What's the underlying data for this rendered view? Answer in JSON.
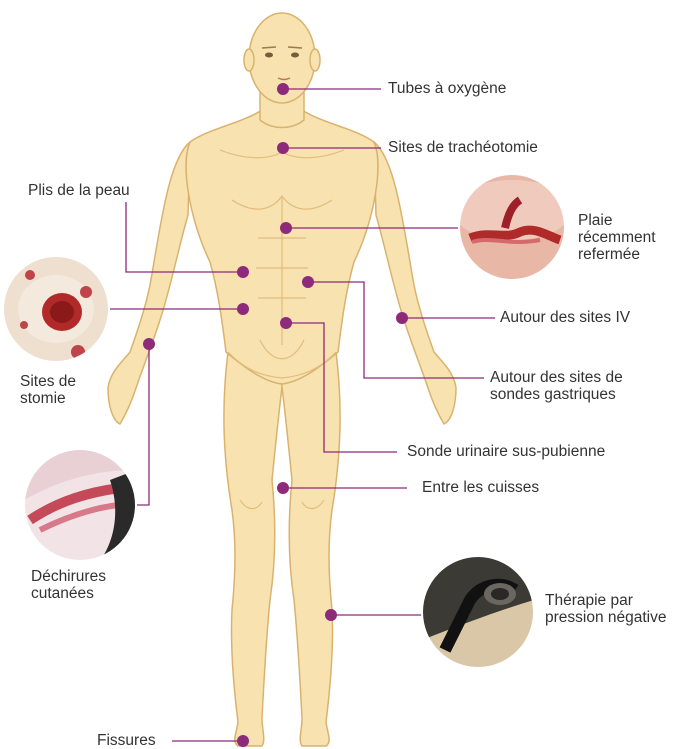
{
  "colors": {
    "skin": "#f8e2b0",
    "skin_outline": "#d9b36e",
    "skin_shade": "#eccb8a",
    "marker": "#8e2a7a",
    "leader_line": "#8e2a7a",
    "text": "#333333",
    "wound_red": "#b12a2a",
    "wound_tissue": "#e7c3b5"
  },
  "labels": {
    "tubes_oxygene": "Tubes à oxygène",
    "sites_tracheotomie": "Sites de trachéotomie",
    "plis_peau": "Plis de la peau",
    "plaie_line1": "Plaie",
    "plaie_line2": "récemment",
    "plaie_line3": "refermée",
    "autour_sites_iv": "Autour des sites IV",
    "sites_stomie_line1": "Sites de",
    "sites_stomie_line2": "stomie",
    "sondes_gastriques_line1": "Autour des sites de",
    "sondes_gastriques_line2": "sondes gastriques",
    "sonde_urinaire": "Sonde urinaire sus-pubienne",
    "entre_cuisses": "Entre les cuisses",
    "dechirures_line1": "Déchirures",
    "dechirures_line2": "cutanées",
    "therapie_line1": "Thérapie par",
    "therapie_line2": "pression négative",
    "fissures": "Fissures"
  },
  "photos": {
    "healed_wound": "healed-wound-photo",
    "stoma": "stoma-photo",
    "skin_tear": "skin-tear-photo",
    "negative_pressure": "negative-pressure-therapy-photo"
  }
}
